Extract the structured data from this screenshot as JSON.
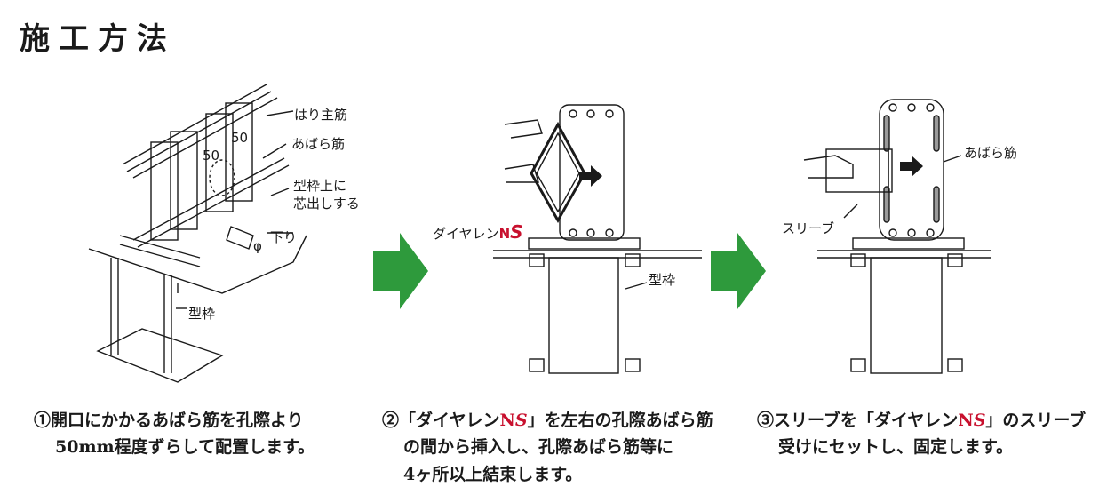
{
  "title": "施工方法",
  "arrow_color": "#2e9a3c",
  "accent_red": "#c8102e",
  "fig1": {
    "label_main_bar": "はり主筋",
    "label_stirrup": "あばら筋",
    "label_form_top_1": "型枠上に",
    "label_form_top_2": "芯出しする",
    "label_down": "下り",
    "label_form": "型枠",
    "dim_a": "50",
    "dim_b": "50",
    "phi": "φ"
  },
  "fig2": {
    "product_prefix": "ダイヤレン",
    "product_n": "N",
    "product_s": "S",
    "label_form": "型枠"
  },
  "fig3": {
    "label_stirrup": "あばら筋",
    "label_sleeve": "スリーブ"
  },
  "steps": [
    {
      "number": "①",
      "line1": "開口にかかるあばら筋を孔際より",
      "line2": "50mm程度ずらして配置します。"
    },
    {
      "number": "②",
      "line1_pre": "「ダイヤレン",
      "n": "N",
      "s": "S",
      "line1_post": "」を左右の孔際あばら筋",
      "line2": "の間から挿入し、孔際あばら筋等に",
      "line3": "4ヶ所以上結束します。"
    },
    {
      "number": "③",
      "line1_pre": "スリーブを「ダイヤレン",
      "n": "N",
      "s": "S",
      "line1_post": "」のスリーブ",
      "line2": "受けにセットし、固定します。"
    }
  ]
}
